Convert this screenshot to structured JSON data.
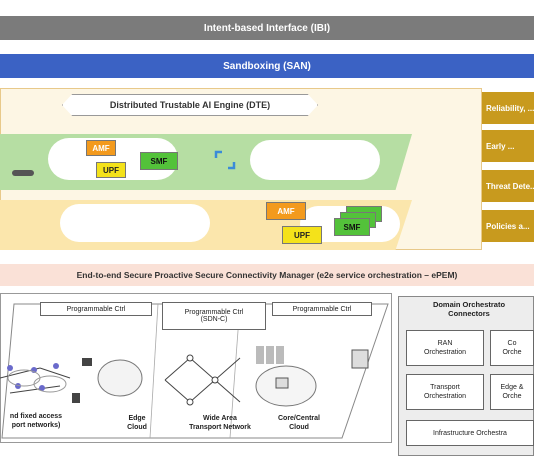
{
  "ibi_bar": {
    "label": "Intent-based Interface (IBI)"
  },
  "sandbox_bar": {
    "label": "Sandboxing (SAN)"
  },
  "dte": {
    "label": "Distributed Trustable AI Engine (DTE)"
  },
  "right_boxes": [
    "Reliability, ...",
    "Early ...",
    "Threat Dete...",
    "Policies a..."
  ],
  "network_functions": {
    "amf": "AMF",
    "upf": "UPF",
    "smf": "SMF"
  },
  "e2e_bar": {
    "label": "End-to-end Secure Proactive Secure Connectivity Manager (e2e service orchestration – ePEM)"
  },
  "controllers": {
    "ctrl_1": "Programmable Ctrl",
    "ctrl_2_line1": "Programmable Ctrl",
    "ctrl_2_line2": "(SDN-C)",
    "ctrl_3": "Programmable Ctrl"
  },
  "domains": {
    "access_line1": "nd fixed access",
    "access_line2": "port networks)",
    "edge_line1": "Edge",
    "edge_line2": "Cloud",
    "wan_line1": "Wide Area",
    "wan_line2": "Transport Network",
    "core_line1": "Core/Central",
    "core_line2": "Cloud"
  },
  "orchestrators": {
    "title_line1": "Domain Orchestrato",
    "title_line2": "Connectors",
    "ran_line1": "RAN",
    "ran_line2": "Orchestration",
    "core_line1": "Co",
    "core_line2": "Orche",
    "transport_line1": "Transport",
    "transport_line2": "Orchestration",
    "edge_line1": "Edge &",
    "edge_line2": "Orche",
    "infra": "Infrastructure Orchestra"
  }
}
